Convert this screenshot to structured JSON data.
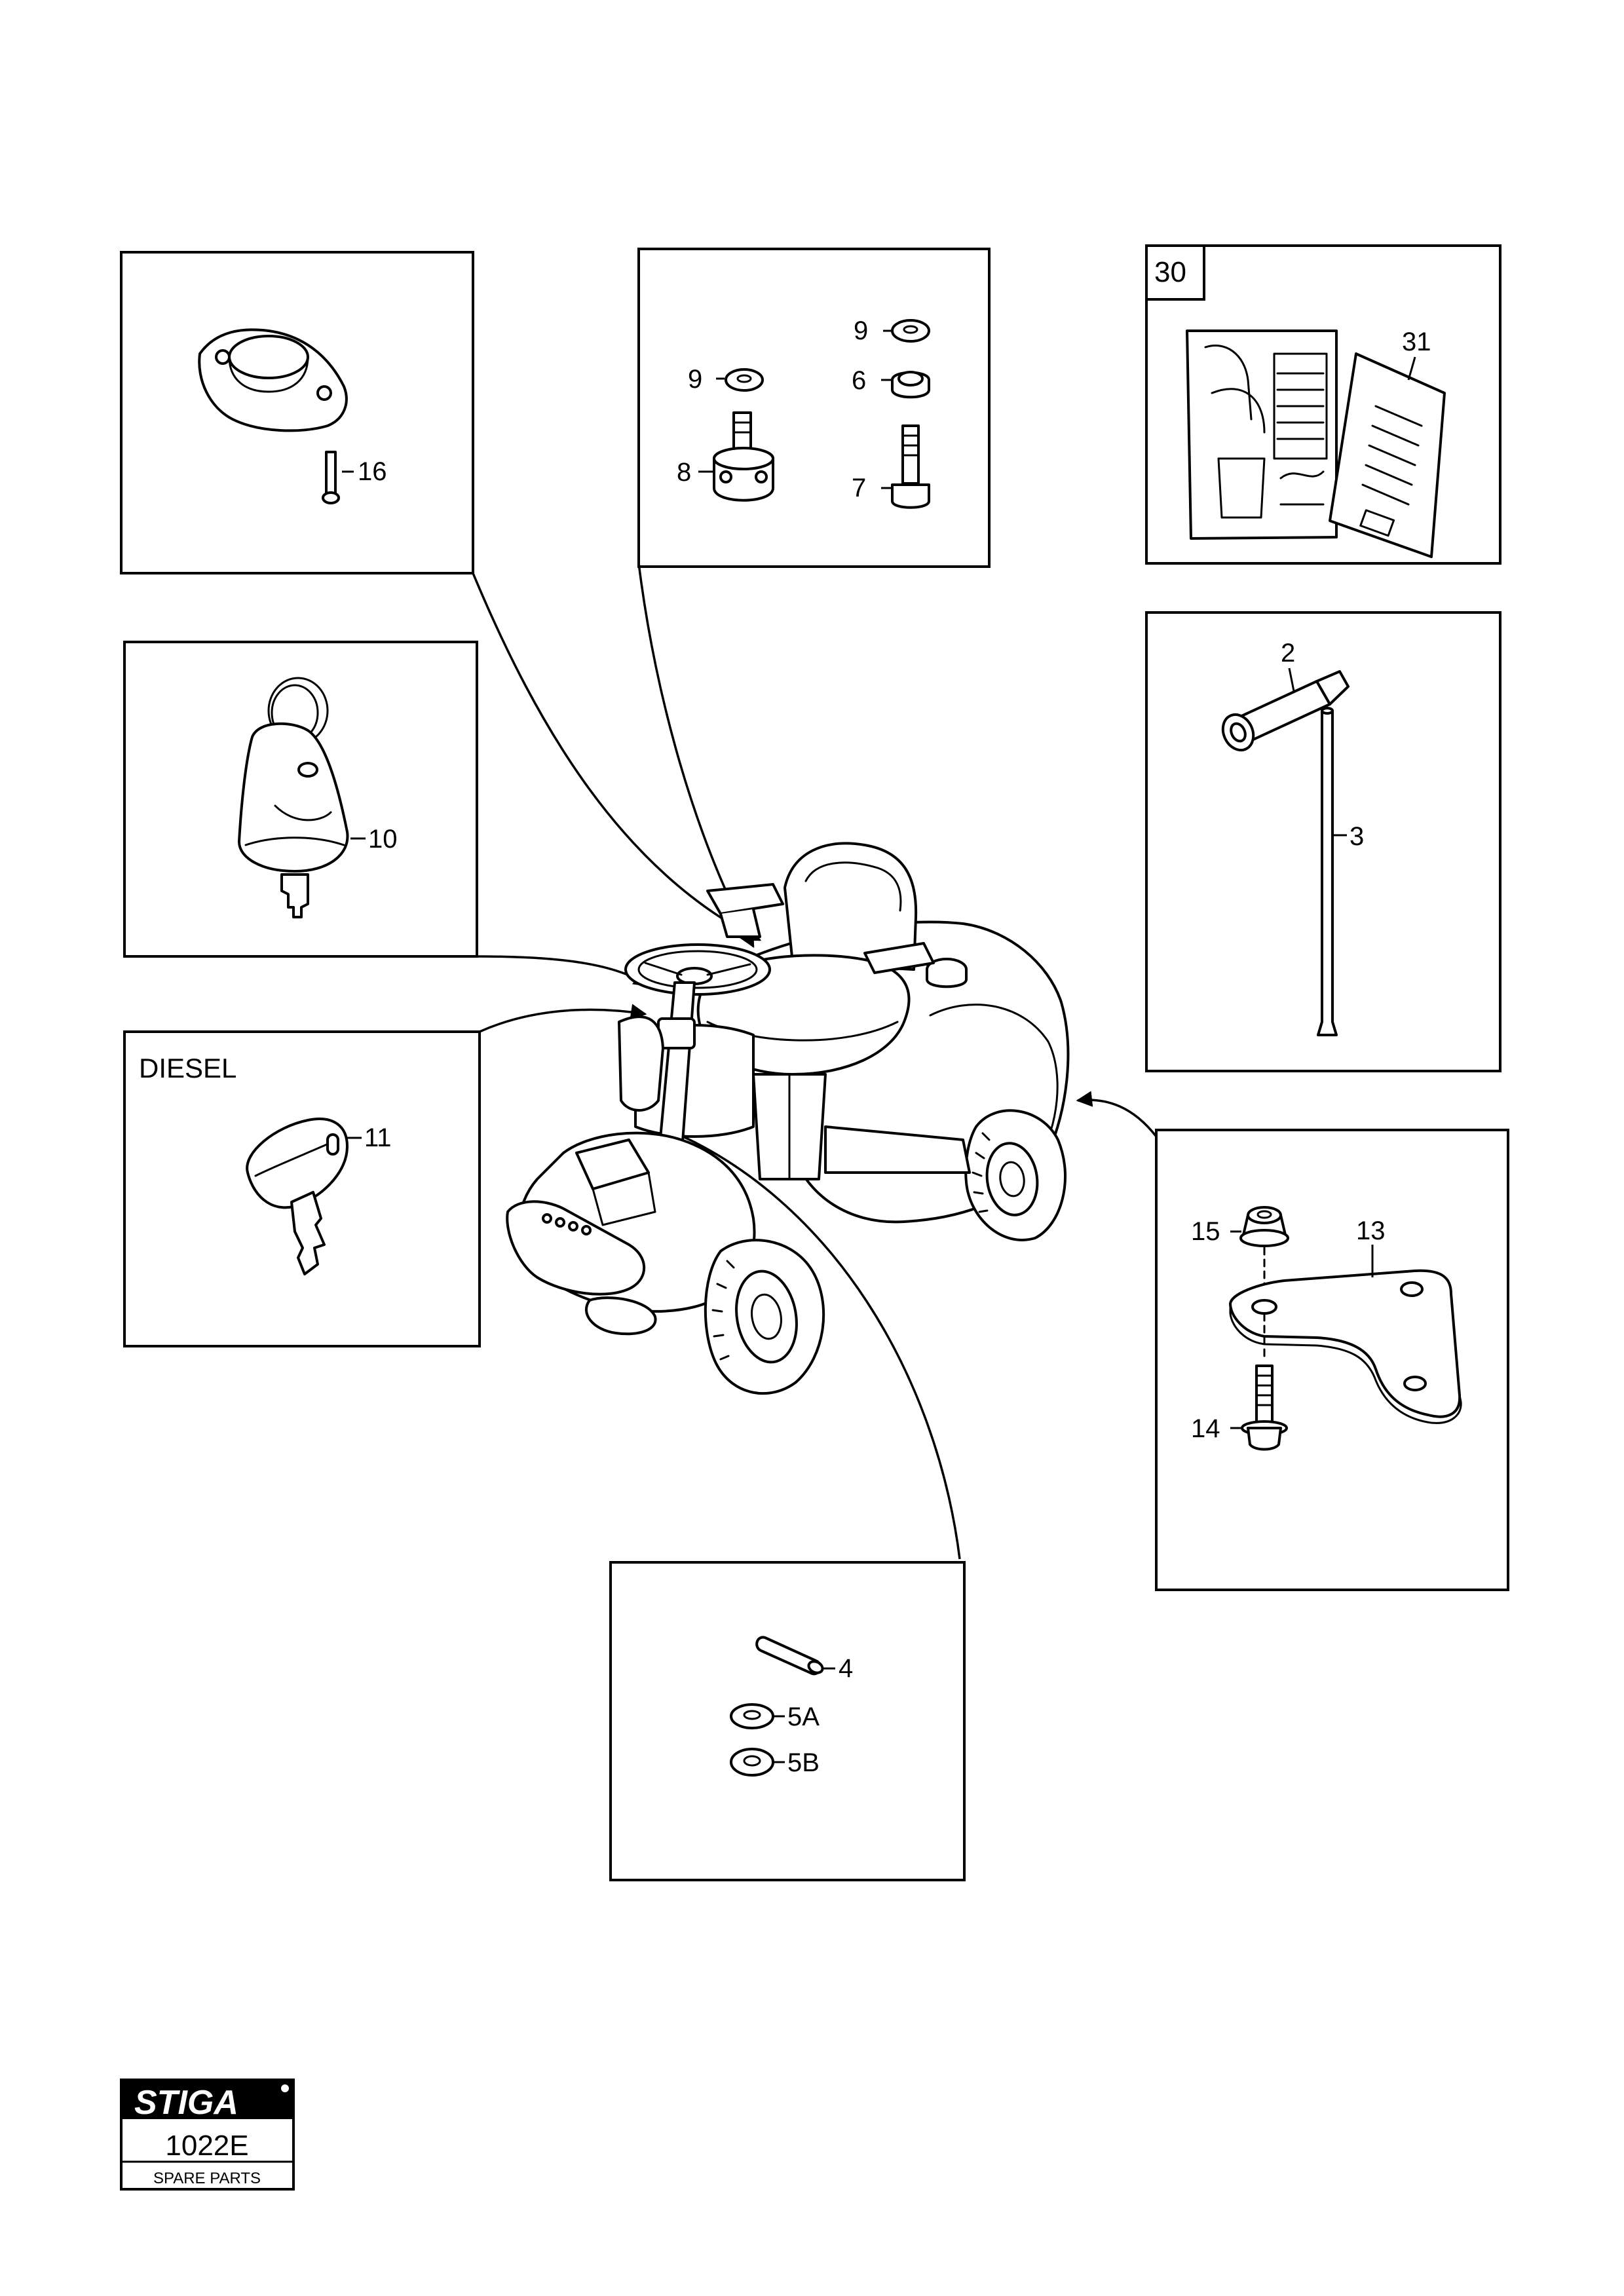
{
  "callouts": {
    "c16": "16",
    "c9a": "9",
    "c8": "8",
    "c9b": "9",
    "c6": "6",
    "c7": "7",
    "c30": "30",
    "c31": "31",
    "c10": "10",
    "c2": "2",
    "c3": "3",
    "diesel": "DIESEL",
    "c11": "11",
    "c15": "15",
    "c13": "13",
    "c14": "14",
    "c4": "4",
    "c5a": "5A",
    "c5b": "5B"
  },
  "logo": {
    "brand": "STIGA",
    "code": "1022E",
    "caption": "SPARE PARTS"
  }
}
